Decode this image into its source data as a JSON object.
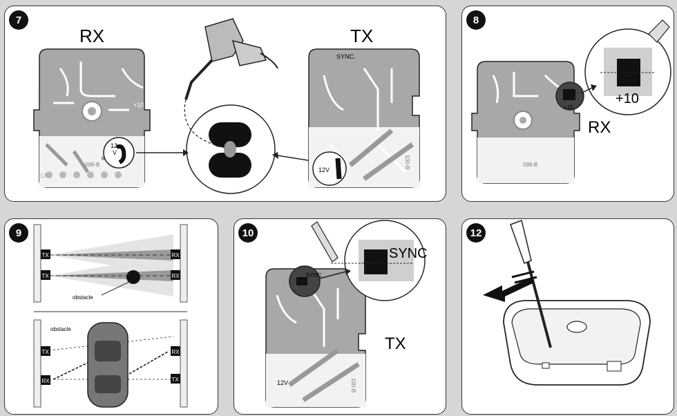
{
  "panels": {
    "p7": {
      "number": "7",
      "rx_title": "RX",
      "tx_title": "TX",
      "rx_code": "099-B",
      "tx_code": "100-B",
      "voltage_rx_top": "12",
      "voltage_rx_bottom": "V",
      "voltage_tx": "12V",
      "sync_label": "SYNC.",
      "plus10": "+10",
      "ls": "LS"
    },
    "p8": {
      "number": "8",
      "plus10_zoom": "+10",
      "plus10_small": "+10",
      "rx_label": "RX",
      "rx_code": "099-B"
    },
    "p9": {
      "number": "9",
      "tx": "TX",
      "rx": "RX",
      "obstacle_top": "obstacle",
      "obstacle_bottom": "obstacle"
    },
    "p10": {
      "number": "10",
      "sync_zoom": "SYNC",
      "sync_small": "SYNC.",
      "tx_label": "TX",
      "voltage": "12V",
      "code": "100-B"
    },
    "p12": {
      "number": "12"
    }
  },
  "colors": {
    "board": "#a8a8a8",
    "trace": "#ffffff",
    "dark": "#111111",
    "beam_light": "#e2e2e2",
    "beam_dark": "#9a9a9a"
  }
}
